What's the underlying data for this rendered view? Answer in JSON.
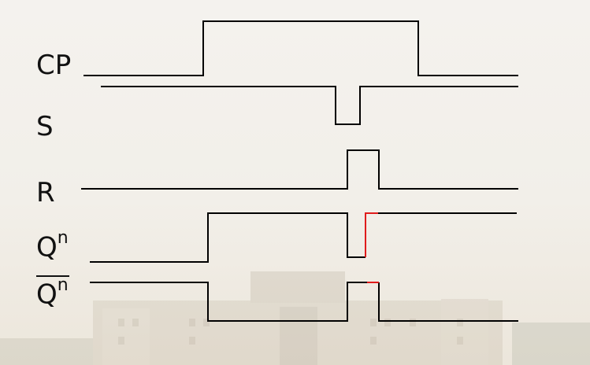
{
  "diagram": {
    "signals": [
      {
        "id": "cp",
        "label": "CP",
        "superscript": ""
      },
      {
        "id": "s",
        "label": "S",
        "superscript": ""
      },
      {
        "id": "r",
        "label": "R",
        "superscript": ""
      },
      {
        "id": "qn",
        "label": "Q",
        "superscript": "n"
      },
      {
        "id": "qn_bar",
        "label": "Q",
        "superscript": "n",
        "overline": true
      }
    ],
    "colors": {
      "waveform": "#000000",
      "transition_highlight": "#e01b1b"
    }
  }
}
